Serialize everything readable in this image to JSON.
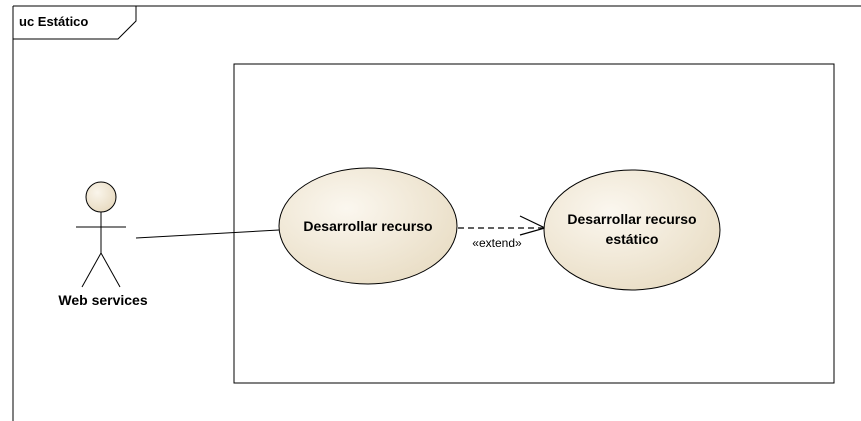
{
  "diagram": {
    "frame_title": "uc Estático",
    "actor": {
      "name": "Web services"
    },
    "use_cases": [
      {
        "lines": [
          "Desarrollar recurso"
        ]
      },
      {
        "lines": [
          "Desarrollar recurso",
          "estático"
        ]
      }
    ],
    "relationship": {
      "stereotype": "«extend»"
    },
    "colors": {
      "usecase_fill_light": "#fbf7ef",
      "usecase_fill_dark": "#e8dcc3",
      "actor_head_fill": "#f1e6d2",
      "stroke": "#000000"
    }
  }
}
